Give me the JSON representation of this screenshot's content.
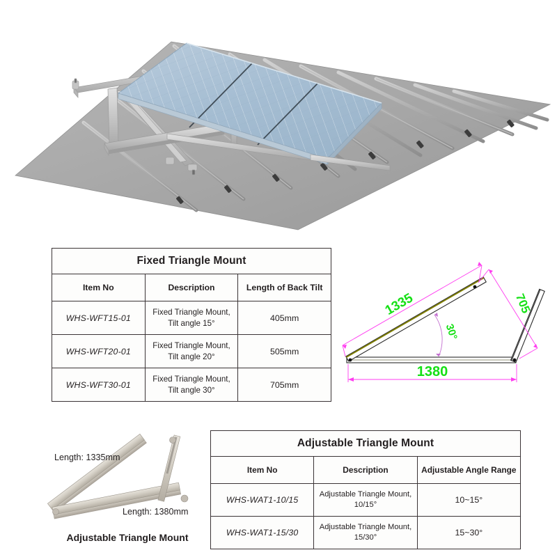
{
  "render": {
    "name": "Tilt-mount solar array on standing-seam metal roof",
    "roof_color": "#a9a9a9",
    "panel_color": "#a8c0d4",
    "frame_color": "#c9c9c9"
  },
  "table_fixed": {
    "title": "Fixed Triangle Mount",
    "headers": [
      "Item No",
      "Description",
      "Length of Back Tilt"
    ],
    "rows": [
      {
        "item": "WHS-WFT15-01",
        "desc_line1": "Fixed Triangle Mount,",
        "desc_line2": "Tilt angle 15°",
        "value": "405mm"
      },
      {
        "item": "WHS-WFT20-01",
        "desc_line1": "Fixed Triangle Mount,",
        "desc_line2": "Tilt angle 20°",
        "value": "505mm"
      },
      {
        "item": "WHS-WFT30-01",
        "desc_line1": "Fixed Triangle Mount,",
        "desc_line2": "Tilt angle 30°",
        "value": "705mm"
      }
    ]
  },
  "table_adjustable": {
    "title": "Adjustable Triangle Mount",
    "headers": [
      "Item No",
      "Description",
      "Adjustable Angle Range"
    ],
    "rows": [
      {
        "item": "WHS-WAT1-10/15",
        "desc_line1": "Adjustable Triangle Mount,",
        "desc_line2": "10/15°",
        "value": "10~15°"
      },
      {
        "item": "WHS-WAT1-15/30",
        "desc_line1": "Adjustable Triangle Mount,",
        "desc_line2": "15/30°",
        "value": "15~30°"
      }
    ]
  },
  "cad_drawing": {
    "dim_hypotenuse": "1335",
    "dim_back_tilt": "705",
    "dim_angle": "30°",
    "dim_base": "1380",
    "dim_line_color": "#ff3df0",
    "text_color": "#15e015",
    "member_color": "#808000"
  },
  "photo": {
    "label_length_top": "Length: 1335mm",
    "label_length_bottom": "Length: 1380mm",
    "caption": "Adjustable Triangle Mount"
  }
}
